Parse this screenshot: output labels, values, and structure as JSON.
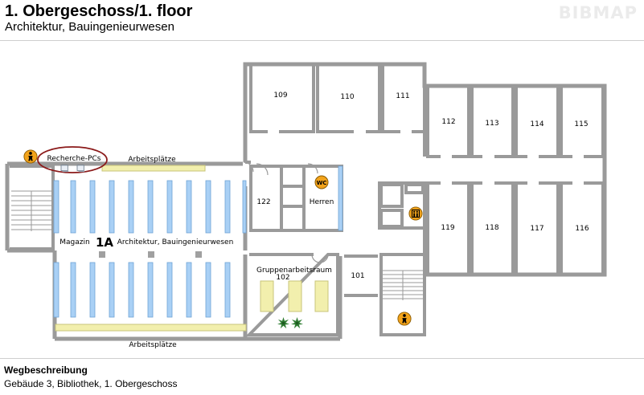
{
  "header": {
    "title": "1. Obergeschoss/1. floor",
    "subtitle": "Architektur, Bauingenieurwesen",
    "brand": "BIBMAP"
  },
  "map": {
    "rooms": {
      "r109": "109",
      "r110": "110",
      "r111": "111",
      "r112": "112",
      "r113": "113",
      "r114": "114",
      "r115": "115",
      "r116": "116",
      "r117": "117",
      "r118": "118",
      "r119": "119",
      "r122": "122",
      "r101": "101",
      "r102": "102"
    },
    "labels": {
      "recherche": "Recherche-PCs",
      "arbeitsplaetze_top": "Arbeitsplätze",
      "arbeitsplaetze_bottom": "Arbeitsplätze",
      "magazin": "Magazin",
      "section_id": "1A",
      "section_name": "Architektur, Bauingenieurwesen",
      "herren": "Herren",
      "gruppenarbeitsraum": "Gruppenarbeitsraum",
      "wc": "WC"
    },
    "colors": {
      "wall": "#9a9a9a",
      "shelf": "#a9d0f5",
      "desk": "#f2efad",
      "icon": "#f2a31b",
      "highlight": "#8b1a1a",
      "plant": "#2f7d32"
    },
    "icons": [
      "stairs-person-icon",
      "wc-icon",
      "toilet-person-icon",
      "elevator-icon",
      "computer-icon",
      "plant-icon"
    ]
  },
  "footer": {
    "route_heading": "Wegbeschreibung",
    "route_text": "Gebäude 3, Bibliothek, 1. Obergeschoss"
  }
}
